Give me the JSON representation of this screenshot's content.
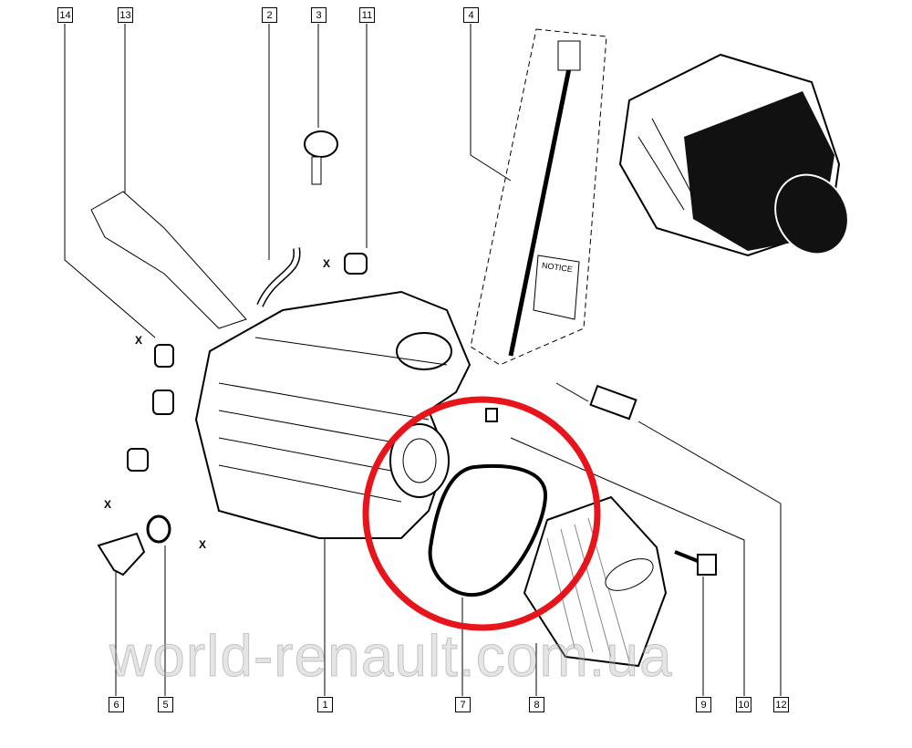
{
  "diagram": {
    "callouts_top": [
      "14",
      "13",
      "2",
      "3",
      "11",
      "4"
    ],
    "callouts_bottom": [
      "6",
      "5",
      "1",
      "7",
      "8",
      "9",
      "10",
      "12"
    ],
    "dimension_marker": "X",
    "booklet_text": "NOTICE",
    "highlight_color": "#e8141b",
    "highlighted_part": "7",
    "watermark": "world-renault.com.ua"
  }
}
